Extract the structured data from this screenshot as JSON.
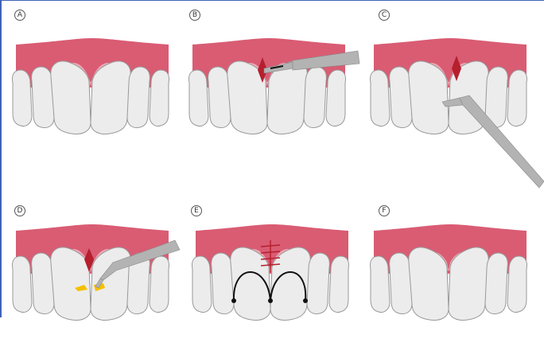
{
  "panels": [
    {
      "id": "A",
      "label": "A"
    },
    {
      "id": "B",
      "label": "B"
    },
    {
      "id": "C",
      "label": "C"
    },
    {
      "id": "D",
      "label": "D"
    },
    {
      "id": "E",
      "label": "E"
    },
    {
      "id": "F",
      "label": "F"
    }
  ],
  "colors": {
    "gum": "#d95c73",
    "gum_light": "#f0a8b4",
    "tooth": "#ececec",
    "tooth_stroke": "#999999",
    "incision": "#b51f2e",
    "instrument": "#b3b3b3",
    "highlight": "#f5c000",
    "suture": "#111111",
    "frame": "#3f63b8"
  }
}
